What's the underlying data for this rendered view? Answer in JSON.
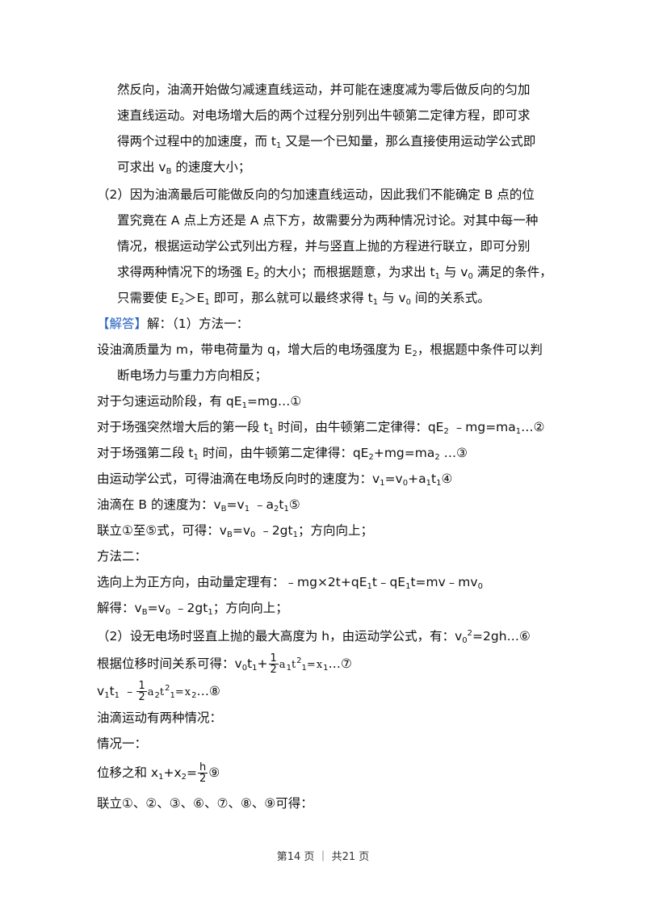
{
  "analysis": {
    "p1_l1": "然反向，油滴开始做匀减速直线运动，并可能在速度减为零后做反向的匀加",
    "p1_l2": "速直线运动。对电场增大后的两个过程分别列出牛顿第二定律方程，即可求",
    "p1_l3a": "得两个过程中的加速度，而 t",
    "p1_l3b": "1",
    "p1_l3c": " 又是一个已知量，那么直接使用运动学公式即",
    "p1_l4a": "可求出 v",
    "p1_l4b": "B",
    "p1_l4c": " 的速度大小；",
    "p2_l1": "（2）因为油滴最后可能做反向的匀加速直线运动，因此我们不能确定 B 点的位",
    "p2_l2": "置究竟在 A 点上方还是 A 点下方，故需要分为两种情况讨论。对其中每一种",
    "p2_l3": "情况，根据运动学公式列出方程，并与竖直上抛的方程进行联立，即可分别",
    "p2_l4a": "求得两种情况下的场强 E",
    "p2_l4b": "2",
    "p2_l4c": " 的大小；而根据题意，为求出 t",
    "p2_l4d": "1",
    "p2_l4e": " 与 v",
    "p2_l4f": "0",
    "p2_l4g": " 满足的条件，",
    "p2_l5a": "只需要使 E",
    "p2_l5b": "2",
    "p2_l5c": "＞E",
    "p2_l5d": "1",
    "p2_l5e": " 即可，那么就可以最终求得 t",
    "p2_l5f": "1",
    "p2_l5g": " 与 v",
    "p2_l5h": "0",
    "p2_l5i": " 间的关系式。"
  },
  "solution": {
    "label": "【解答】",
    "intro": "解：（1）方法一：",
    "s1a": "设油滴质量为 m，带电荷量为 q，增大后的电场强度为 E",
    "s1b": "2",
    "s1c": "，根据题中条件可以判",
    "s2": "断电场力与重力方向相反；",
    "e1a": "对于匀速运动阶段，有 qE",
    "e1b": "1",
    "e1c": "=mg…①",
    "e2a": "对于场强突然增大后的第一段 t",
    "e2b": "1",
    "e2c": " 时间，由牛顿第二定律得：qE",
    "e2d": "2",
    "e2e": " ﹣mg=ma",
    "e2f": "1",
    "e2g": "…②",
    "e3a": "对于场强第二段 t",
    "e3b": "1",
    "e3c": " 时间，由牛顿第二定律得：qE",
    "e3d": "2",
    "e3e": "+mg=ma",
    "e3f": "2",
    "e3g": " …③",
    "e4a": "由运动学公式，可得油滴在电场反向时的速度为：v",
    "e4b": "1",
    "e4c": "=v",
    "e4d": "0",
    "e4e": "+a",
    "e4f": "1",
    "e4g": "t",
    "e4h": "1",
    "e4i": "④",
    "e5a": "油滴在 B 的速度为：v",
    "e5b": "B",
    "e5c": "=v",
    "e5d": "1",
    "e5e": " ﹣a",
    "e5f": "2",
    "e5g": "t",
    "e5h": "1",
    "e5i": "⑤",
    "e6a": "联立①至⑤式，可得：v",
    "e6b": "B",
    "e6c": "=v",
    "e6d": "0",
    "e6e": " ﹣2gt",
    "e6f": "1",
    "e6g": "；方向向上；",
    "m2": "方法二：",
    "e7a": "选向上为正方向，由动量定理有：﹣mg×2t+qE",
    "e7b": "1",
    "e7c": "t﹣qE",
    "e7d": "1",
    "e7e": "t=mv﹣mv",
    "e7f": "0",
    "e8a": "解得：v",
    "e8b": "B",
    "e8c": "=v",
    "e8d": "0",
    "e8e": " ﹣2gt",
    "e8f": "1",
    "e8g": "；方向向上；",
    "e9a": "（2）设无电场时竖直上抛的最大高度为 h，由运动学公式，有：v",
    "e9b": "0",
    "e9c": "2",
    "e9d": "=2gh…⑥",
    "e10a": "根据位移时间关系可得：v",
    "e10b": "0",
    "e10c": "t",
    "e10d": "1",
    "e10e": "+",
    "e10_num": "1",
    "e10_den": "2",
    "e10f": "a",
    "e10g": "1",
    "e10h": "t",
    "e10i": "2",
    "e10j": "1",
    "e10k": "=x",
    "e10l": "1",
    "e10m": "…⑦",
    "e11a": "v",
    "e11b": "1",
    "e11c": "t",
    "e11d": "1",
    "e11e": " ﹣",
    "e11_num": "1",
    "e11_den": "2",
    "e11f": "a",
    "e11g": "2",
    "e11h": "t",
    "e11i": "2",
    "e11j": "1",
    "e11k": "=x",
    "e11l": "2",
    "e11m": "…⑧",
    "c1": "油滴运动有两种情况：",
    "c2": "情况一：",
    "e12a": "位移之和 x",
    "e12b": "1",
    "e12c": "+x",
    "e12d": "2",
    "e12e": "=",
    "e12_num": "h",
    "e12_den": "2",
    "e12f": "⑨",
    "e13": "联立①、②、③、⑥、⑦、⑧、⑨可得："
  },
  "footer": {
    "text": "第14 页 ｜ 共21 页"
  }
}
